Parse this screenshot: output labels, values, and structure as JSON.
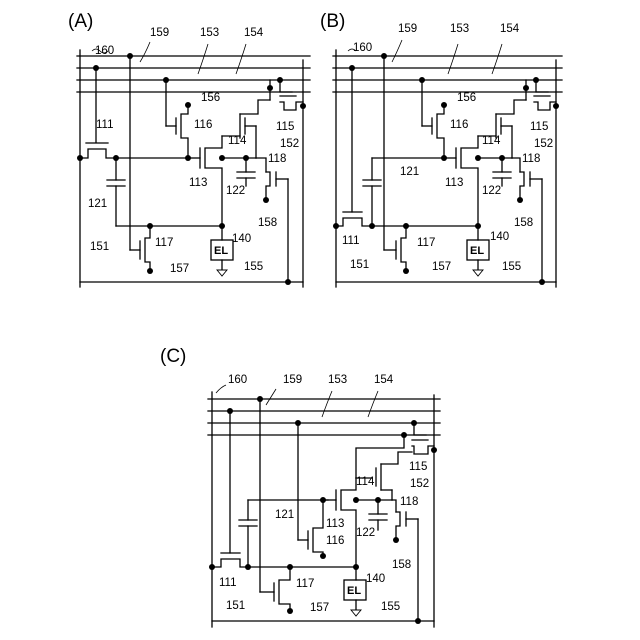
{
  "panels": [
    {
      "id": "A",
      "title": "(A)",
      "labels": {
        "l160": "160",
        "l159": "159",
        "l153": "153",
        "l154": "154",
        "l156": "156",
        "l111": "111",
        "l116": "116",
        "l114": "114",
        "l115": "115",
        "l152": "152",
        "l118": "118",
        "l121": "121",
        "l113": "113",
        "l122": "122",
        "l158": "158",
        "l117": "117",
        "l140": "140",
        "l157": "157",
        "l151": "151",
        "l155": "155"
      },
      "el": "EL"
    },
    {
      "id": "B",
      "title": "(B)",
      "labels": {
        "l160": "160",
        "l159": "159",
        "l153": "153",
        "l154": "154",
        "l156": "156",
        "l116": "116",
        "l114": "114",
        "l115": "115",
        "l152": "152",
        "l118": "118",
        "l121": "121",
        "l113": "113",
        "l122": "122",
        "l158": "158",
        "l111": "111",
        "l117": "117",
        "l140": "140",
        "l157": "157",
        "l151": "151",
        "l155": "155"
      },
      "el": "EL"
    },
    {
      "id": "C",
      "title": "(C)",
      "labels": {
        "l160": "160",
        "l159": "159",
        "l153": "153",
        "l154": "154",
        "l115": "115",
        "l114": "114",
        "l152": "152",
        "l118": "118",
        "l121": "121",
        "l113": "113",
        "l116": "116",
        "l122": "122",
        "l158": "158",
        "l111": "111",
        "l117": "117",
        "l140": "140",
        "l157": "157",
        "l151": "151",
        "l155": "155"
      },
      "el": "EL"
    }
  ]
}
